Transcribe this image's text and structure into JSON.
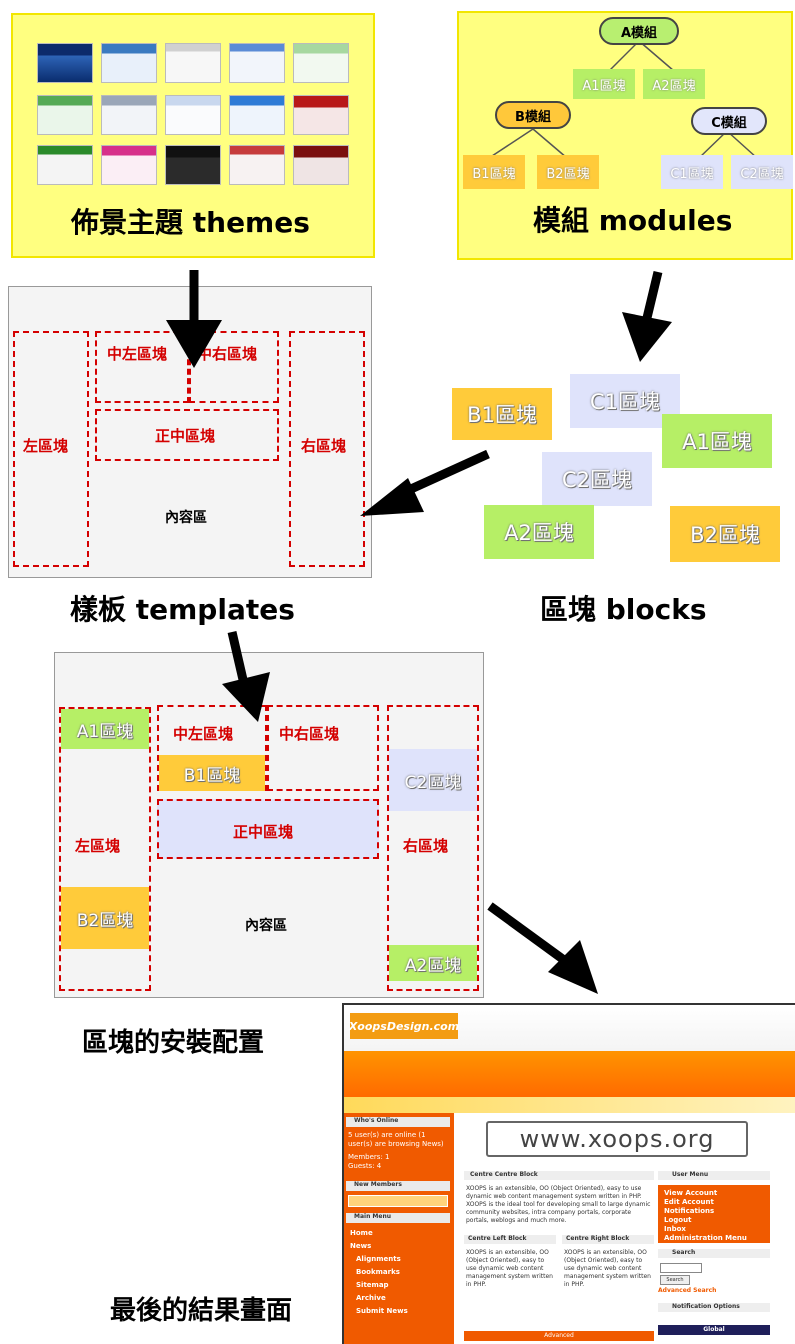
{
  "themes": {
    "label": "佈景主題 themes"
  },
  "modules": {
    "label": "模組 modules",
    "tree": {
      "root": "A模組",
      "a_children": [
        "A1區塊",
        "A2區塊"
      ],
      "b_node": "B模組",
      "b_children": [
        "B1區塊",
        "B2區塊"
      ],
      "c_node": "C模組",
      "c_children": [
        "C1區塊",
        "C2區塊"
      ]
    }
  },
  "templates": {
    "label": "樣板 templates",
    "left": "左區塊",
    "right": "右區塊",
    "center_left": "中左區塊",
    "center_right": "中右區塊",
    "center": "正中區塊",
    "content": "內容區"
  },
  "blocks": {
    "label": "區塊 blocks",
    "items": [
      "B1區塊",
      "C1區塊",
      "A1區塊",
      "C2區塊",
      "A2區塊",
      "B2區塊"
    ]
  },
  "placement": {
    "label": "區塊的安裝配置",
    "left": "左區塊",
    "right": "右區塊",
    "center_left": "中左區塊",
    "center_right": "中右區塊",
    "center": "正中區塊",
    "content": "內容區",
    "a1": "A1區塊",
    "b1": "B1區塊",
    "b2": "B2區塊",
    "c2": "C2區塊",
    "a2": "A2區塊"
  },
  "result": {
    "label": "最後的結果畫面",
    "logo": "XoopsDesign.com",
    "site_url": "www.xoops.org",
    "whos_online": "Who's Online",
    "new_members": "New Members",
    "main_menu": "Main Menu",
    "menu_items": [
      "Home",
      "News",
      "Alignments",
      "Bookmarks",
      "Sitemap",
      "Archive",
      "Submit News"
    ],
    "centre_center": "Centre Centre Block",
    "centre_left": "Centre Left Block",
    "centre_right": "Centre Right Block",
    "user_menu": "User Menu",
    "user_items": [
      "View Account",
      "Edit Account",
      "Notifications",
      "Logout",
      "Inbox",
      "Administration Menu"
    ],
    "search": "Search",
    "search_button": "Search",
    "advanced_search": "Advanced Search",
    "notification_options": "Notification Options",
    "global": "Global",
    "advanced": "Advanced"
  }
}
